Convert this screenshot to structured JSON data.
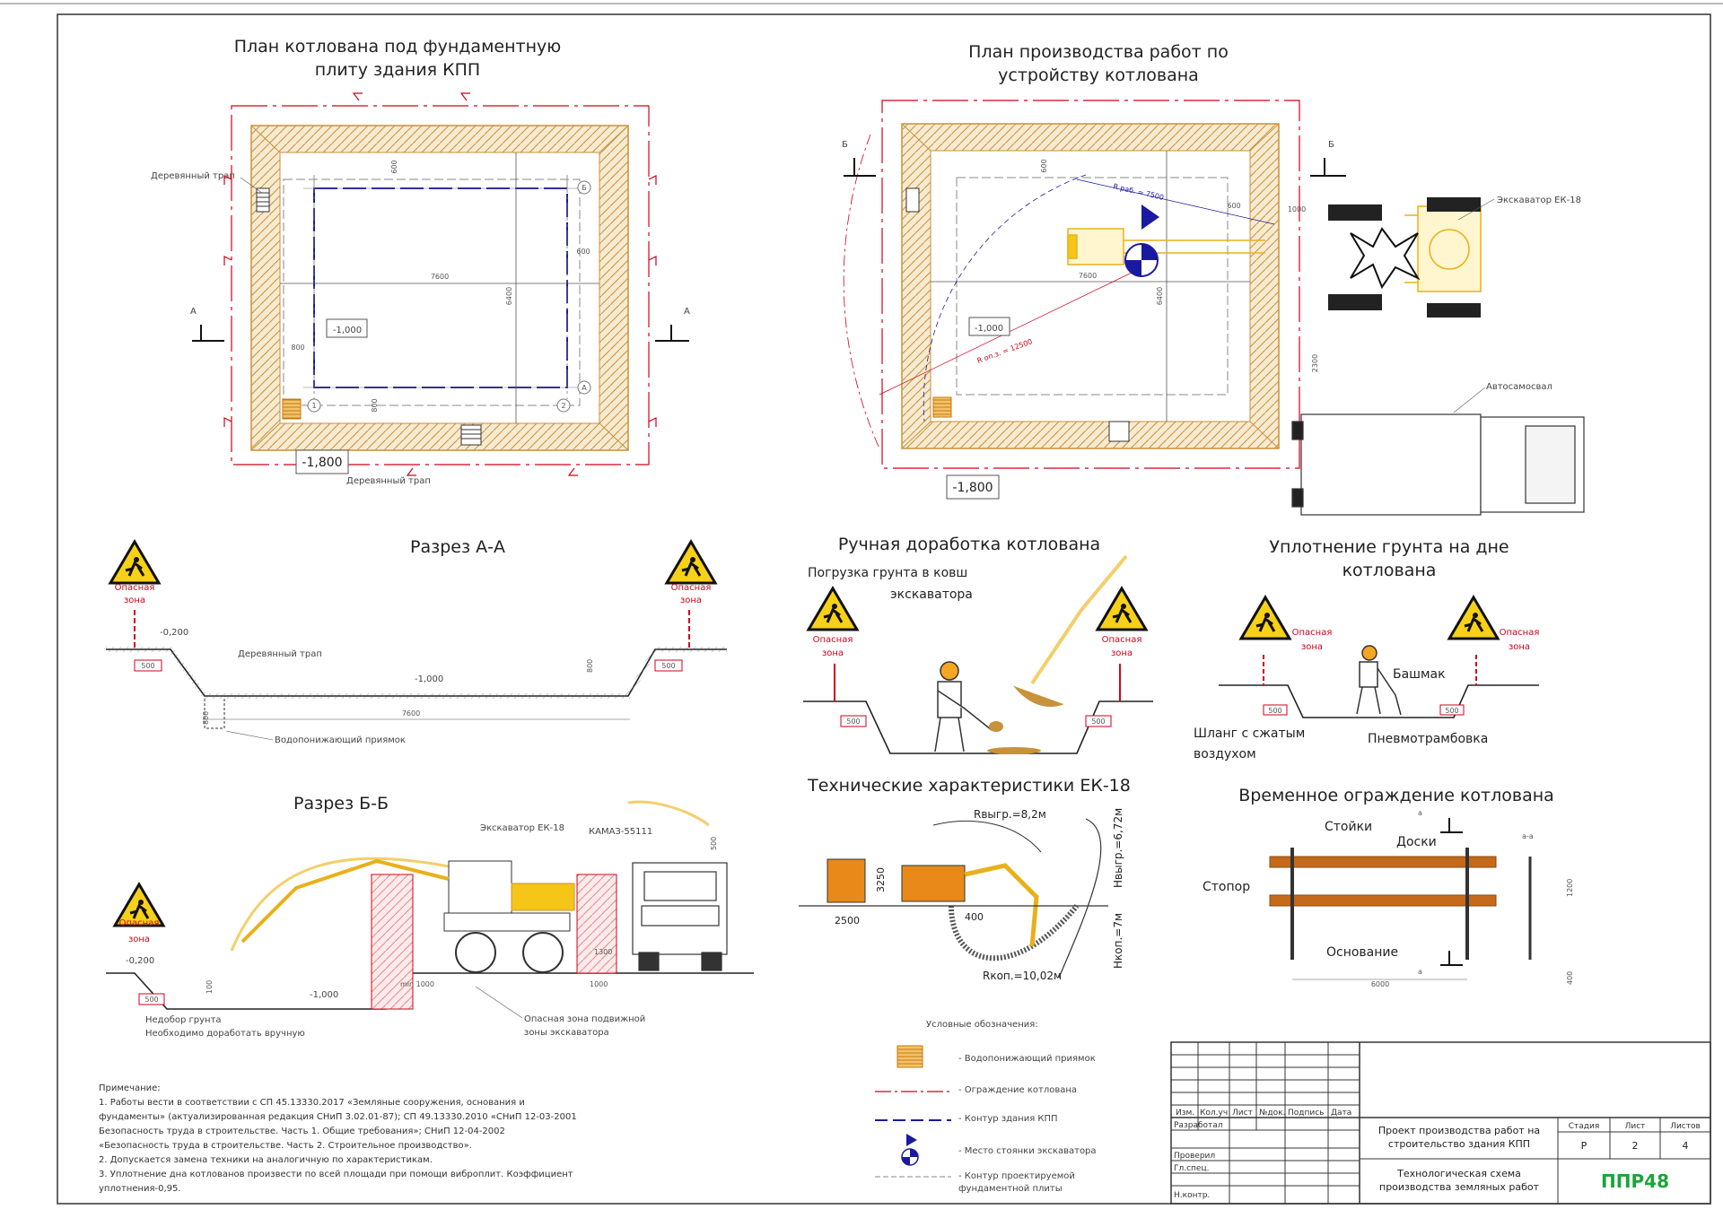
{
  "titles": {
    "plan_pit": [
      "План котлована под фундаментную",
      "плиту здания КПП"
    ],
    "plan_works": [
      "План производства работ по",
      "устройству котлована"
    ],
    "section_aa": "Разрез А-А",
    "section_bb": "Разрез Б-Б",
    "manual": "Ручная доработка котлована",
    "compaction": [
      "Уплотнение грунта на дне",
      "котлована"
    ],
    "tech": "Технические характеристики ЕК-18",
    "fence": "Временное ограждение котлована"
  },
  "plan_pit": {
    "ladder_label": "Деревянный трап",
    "ladder_label_bottom": "Деревянный трап",
    "dim_600_top": "600",
    "dim_600_right": "600",
    "dim_7600": "7600",
    "dim_6400": "6400",
    "dim_800_left": "800",
    "dim_800_bottom": "800",
    "level_1000": "-1,000",
    "level_1800": "-1,800",
    "axis_b": "Б",
    "axis_a": "А",
    "axis_1": "1",
    "axis_2": "2",
    "cut_a": "А"
  },
  "plan_works": {
    "cut_b": "Б",
    "dim_600_top": "600",
    "dim_600_right": "600",
    "dim_1000": "1000",
    "dim_7600": "7600",
    "dim_6400": "6400",
    "dim_2300": "2300",
    "r_rab": "R раб. = 7500",
    "r_opz": "R оп.з. = 12500",
    "level_1000": "-1,000",
    "level_1800": "-1,800",
    "excavator_label": "Экскаватор ЕК-18",
    "truck_label": "Автосамосвал"
  },
  "section_aa": {
    "danger": "Опасная",
    "zone": "зона",
    "level_02": "-0,200",
    "ladder": "Деревянный трап",
    "level_1000": "-1,000",
    "dim_500": "500",
    "dim_7600": "7600",
    "dim_800": "800",
    "sump": "Водопонижающий приямок"
  },
  "section_bb": {
    "excavator": "Экскаватор ЕК-18",
    "kamaz": "КАМАЗ-55111",
    "danger": "Опасная",
    "zone": "зона",
    "level_02": "-0,200",
    "level_1000": "-1,000",
    "dim_500": "500",
    "dim_100": "100",
    "dim_min1000": "min 1000",
    "dim_1000": "1000",
    "dim_1300": "1300",
    "dim_500_top": "500",
    "note1": "Недобор грунта",
    "note2": "Необходимо доработать вручную",
    "zone_note1": "Опасная зона подвижной",
    "zone_note2": "зоны экскаватора"
  },
  "manual": {
    "load1": "Погрузка грунта в ковш",
    "load2": "экскаватора",
    "danger": "Опасная",
    "zone": "зона",
    "dim_500": "500"
  },
  "compaction": {
    "danger": "Опасная",
    "zone": "зона",
    "shoe": "Башмак",
    "hose1": "Шланг с сжатым",
    "hose2": "воздухом",
    "rammer": "Пневмотрамбовка",
    "dim_500": "500"
  },
  "tech": {
    "rvygr": "Rвыгр.=8,2м",
    "hvygr": "Hвыгр.=6,72м",
    "hkop": "Hкоп.=7м",
    "rkop": "Rкоп.=10,02м",
    "dim_3250": "3250",
    "dim_2500": "2500",
    "dim_400": "400"
  },
  "fence": {
    "posts": "Стойки",
    "boards": "Доски",
    "stopper": "Стопор",
    "base": "Основание",
    "cut_a": "а",
    "cut_aa": "а-а",
    "dim_6000": "6000",
    "dim_1200": "1200",
    "dim_400": "400"
  },
  "legend": {
    "title": "Условные обозначения:",
    "items": [
      "- Водопонижающий приямок",
      "- Ограждение котлована",
      "- Контур здания КПП",
      "- Место стоянки экскаватора",
      "- Контур проектируемой",
      "фундаментной плиты"
    ]
  },
  "notes": {
    "title": "Примечание:",
    "lines": [
      "1. Работы вести в соответствии с СП 45.13330.2017 «Земляные сооружения, основания и",
      "фундаменты» (актуализированная редакция СНиП 3.02.01-87); СП 49.13330.2010 «СНиП 12-03-2001",
      "Безопасность труда в строительстве. Часть 1. Общие требования»; СНиП 12-04-2002",
      "«Безопасность труда в строительстве. Часть 2. Строительное производство».",
      "2. Допускается замена техники на аналогичную по характеристикам.",
      "3. Уплотнение дна котлованов произвести по всей площади при помощи виброплит. Коэффициент",
      "уплотнения-0,95."
    ]
  },
  "stamp": {
    "cols": [
      "Изм.",
      "Кол.уч",
      "Лист",
      "№док.",
      "Подпись",
      "Дата"
    ],
    "rows": [
      "Разработал",
      "Проверил",
      "Гл.спец.",
      "Н.контр."
    ],
    "project1": "Проект производства работ на",
    "project2": "строительство здания КПП",
    "stage_h": "Стадия",
    "sheet_h": "Лист",
    "sheets_h": "Листов",
    "stage": "Р",
    "sheet": "2",
    "sheets": "4",
    "doc1": "Технологическая схема",
    "doc2": "производства земляных работ",
    "brand": "ППР48"
  },
  "colors": {
    "slope": "#c8923a",
    "slope_fill": "#f5e6c8",
    "red": "#d0021b",
    "blue": "#1a1aa0",
    "yellow": "#f5c518",
    "orange": "#e8891a"
  }
}
